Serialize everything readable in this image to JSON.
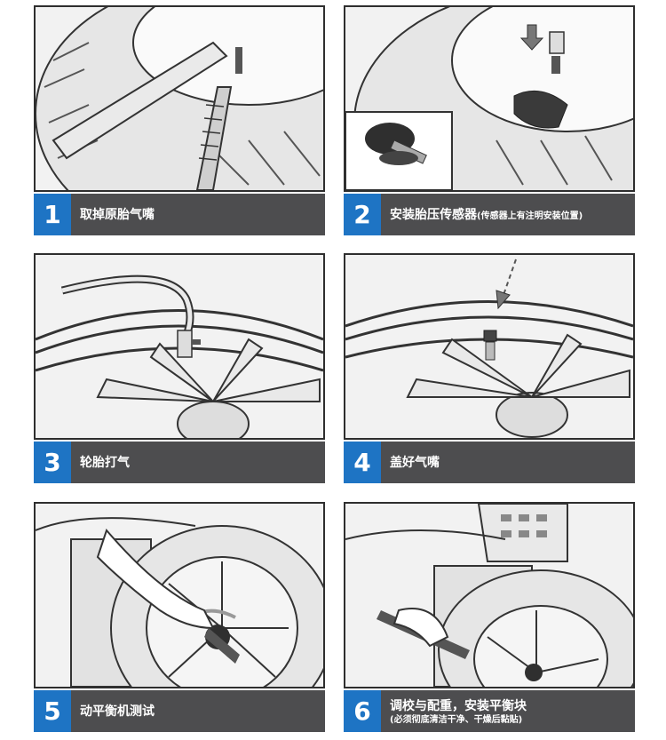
{
  "steps": [
    {
      "number": "1",
      "title": "取掉原胎气嘴",
      "note": ""
    },
    {
      "number": "2",
      "title": "安装胎压传感器",
      "note": "(传感器上有注明安装位置)"
    },
    {
      "number": "3",
      "title": "轮胎打气",
      "note": ""
    },
    {
      "number": "4",
      "title": "盖好气嘴",
      "note": ""
    },
    {
      "number": "5",
      "title": "动平衡机测试",
      "note": ""
    },
    {
      "number": "6",
      "title": "调校与配重，安装平衡块",
      "note": "(必须彻底清洁干净、干燥后黏贴)"
    }
  ],
  "colors": {
    "badge": "#1e74c4",
    "caption_bg": "#4d4d4f",
    "frame": "#2e2e2e"
  }
}
